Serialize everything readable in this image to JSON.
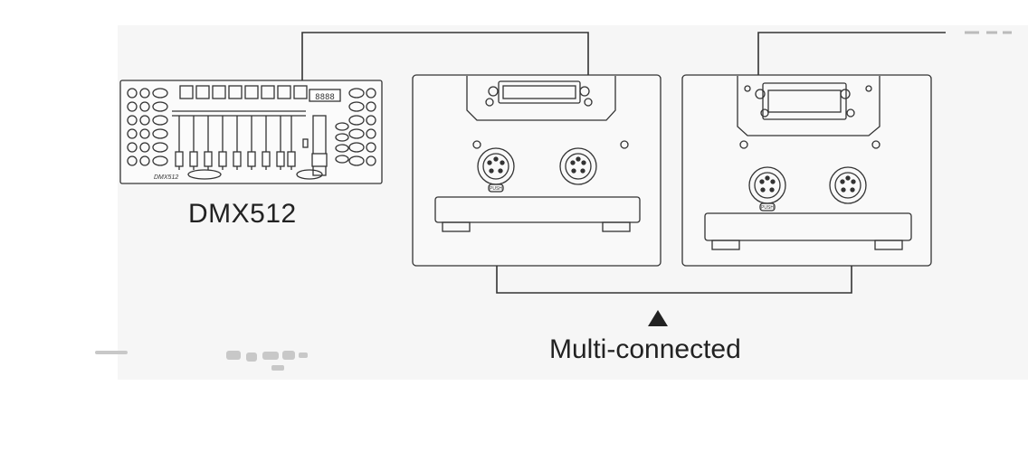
{
  "controller": {
    "label": "DMX512",
    "model_text": "DMX512",
    "display_text": "8888"
  },
  "connector": {
    "label": "PUSH"
  },
  "caption": {
    "text": "Multi-connected",
    "marker_icon": "up-triangle-icon"
  }
}
